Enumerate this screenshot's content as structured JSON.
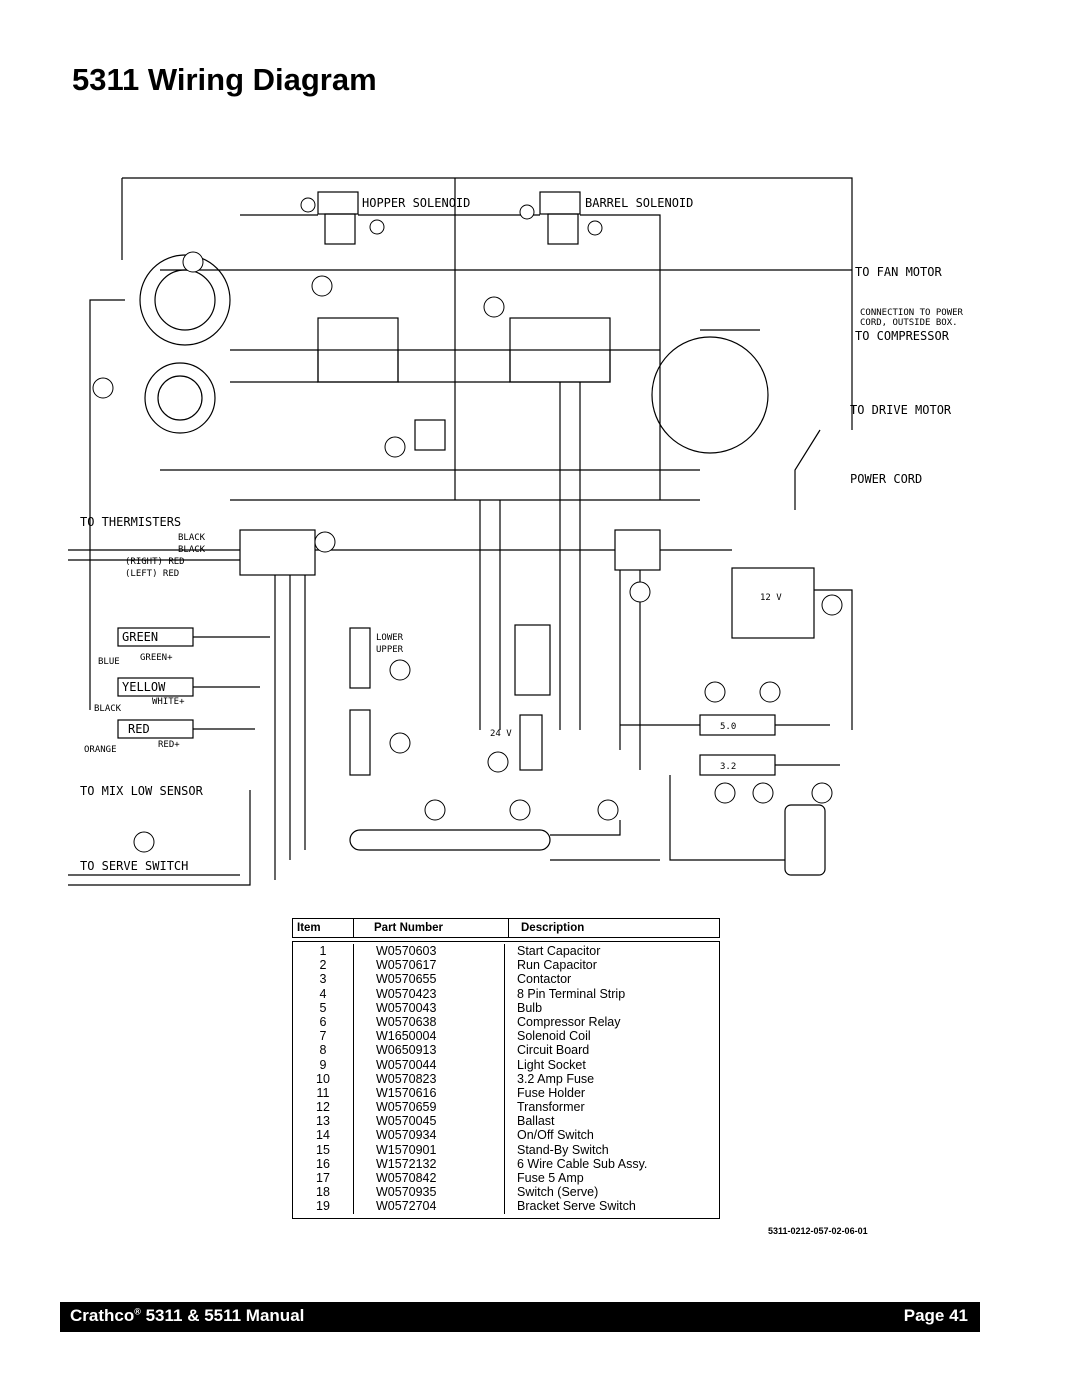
{
  "page": {
    "title": "5311 Wiring Diagram",
    "doc_code": "5311-0212-057-02-06-01"
  },
  "diagram": {
    "labels": {
      "hopper_solenoid": "HOPPER SOLENOID",
      "barrel_solenoid": "BARREL SOLENOID",
      "to_fan_motor": "TO FAN MOTOR",
      "connection_note_1": "CONNECTION TO POWER",
      "connection_note_2": "CORD, OUTSIDE BOX.",
      "to_compressor": "TO COMPRESSOR",
      "to_drive_motor": "TO DRIVE MOTOR",
      "power_cord": "POWER CORD",
      "to_thermisters": "TO THERMISTERS",
      "black1": "BLACK",
      "black2": "BLACK",
      "right_red": "(RIGHT) RED",
      "left_red": "(LEFT) RED",
      "green": "GREEN",
      "blue": "BLUE",
      "green_plus": "GREEN+",
      "yellow": "YELLOW",
      "black_w": "BLACK",
      "white_plus": "WHITE+",
      "red": "RED",
      "orange": "ORANGE",
      "red_plus": "RED+",
      "to_mix_low_sensor": "TO MIX LOW SENSOR",
      "to_serve_switch": "TO SERVE SWITCH",
      "lower": "LOWER",
      "upper": "UPPER",
      "v24": "24 V",
      "v12": "12 V",
      "fuse_a": "5.0",
      "fuse_b": "3.2"
    }
  },
  "parts_table": {
    "headers": {
      "item": "Item",
      "part_number": "Part Number",
      "description": "Description"
    },
    "rows": [
      {
        "item": "1",
        "part_number": "W0570603",
        "description": "Start Capacitor"
      },
      {
        "item": "2",
        "part_number": "W0570617",
        "description": "Run Capacitor"
      },
      {
        "item": "3",
        "part_number": "W0570655",
        "description": "Contactor"
      },
      {
        "item": "4",
        "part_number": "W0570423",
        "description": "8 Pin Terminal Strip"
      },
      {
        "item": "5",
        "part_number": "W0570043",
        "description": "Bulb"
      },
      {
        "item": "6",
        "part_number": "W0570638",
        "description": "Compressor Relay"
      },
      {
        "item": "7",
        "part_number": "W1650004",
        "description": "Solenoid Coil"
      },
      {
        "item": "8",
        "part_number": "W0650913",
        "description": "Circuit Board"
      },
      {
        "item": "9",
        "part_number": "W0570044",
        "description": "Light Socket"
      },
      {
        "item": "10",
        "part_number": "W0570823",
        "description": "3.2 Amp Fuse"
      },
      {
        "item": "11",
        "part_number": "W1570616",
        "description": "Fuse Holder"
      },
      {
        "item": "12",
        "part_number": "W0570659",
        "description": "Transformer"
      },
      {
        "item": "13",
        "part_number": "W0570045",
        "description": "Ballast"
      },
      {
        "item": "14",
        "part_number": "W0570934",
        "description": "On/Off Switch"
      },
      {
        "item": "15",
        "part_number": "W1570901",
        "description": "Stand-By Switch"
      },
      {
        "item": "16",
        "part_number": "W1572132",
        "description": "6 Wire Cable Sub Assy."
      },
      {
        "item": "17",
        "part_number": "W0570842",
        "description": "Fuse 5 Amp"
      },
      {
        "item": "18",
        "part_number": "W0570935",
        "description": "Switch (Serve)"
      },
      {
        "item": "19",
        "part_number": "W0572704",
        "description": "Bracket Serve Switch"
      }
    ]
  },
  "footer": {
    "brand": "Crathco",
    "registered": "®",
    "manual": " 5311 & 5511 Manual",
    "page": "Page 41"
  }
}
